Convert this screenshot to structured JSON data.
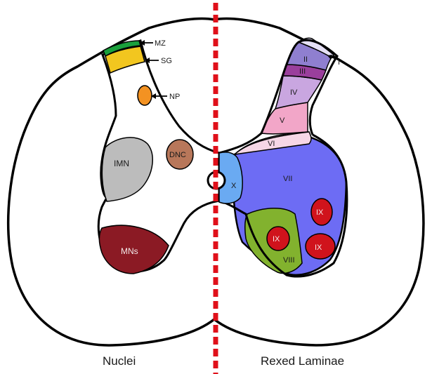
{
  "nuclei": {
    "caption": "Nuclei",
    "labels": {
      "mz": "MZ",
      "sg": "SG",
      "np": "NP",
      "dnc": "DNC",
      "imn": "IMN",
      "mns": "MNs"
    }
  },
  "laminae": {
    "caption": "Rexed Laminae",
    "labels": {
      "i": "I",
      "ii": "II",
      "iii": "III",
      "iv": "IV",
      "v": "V",
      "vi": "VI",
      "vii": "VII",
      "viii": "VIII",
      "ix_upper": "IX",
      "ix_left": "IX",
      "ix_lower": "IX",
      "x": "X"
    }
  },
  "colors": {
    "mz": "#1aa03c",
    "sg": "#f2c61f",
    "np": "#f39222",
    "dnc": "#b8775a",
    "imn": "#bcbcbc",
    "mns": "#8b1a24",
    "lamina_i": "#e5e0f5",
    "lamina_ii": "#8f7fd0",
    "lamina_iii": "#9a3f9c",
    "lamina_iv": "#c9a6e0",
    "lamina_v": "#f2a6c8",
    "lamina_vi": "#f6d7e6",
    "lamina_vii": "#6d6cf4",
    "lamina_viii": "#82b22e",
    "lamina_ix": "#d0131c",
    "lamina_x": "#6aaaf2",
    "midline": "#e0101a"
  }
}
